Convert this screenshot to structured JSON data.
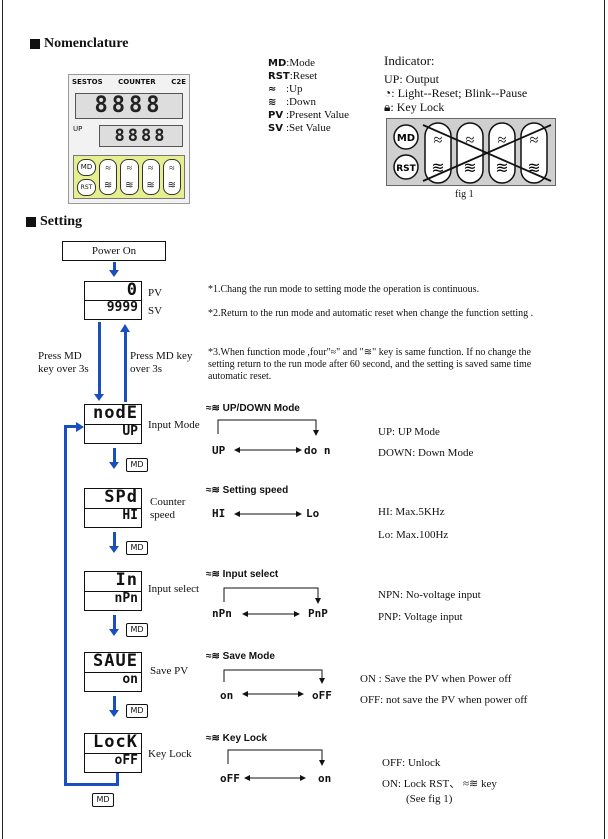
{
  "nomenclature": {
    "title": "Nomenclature",
    "device_brand": "SESTOS",
    "device_model": "COUNTER",
    "device_code": "C2E",
    "device_pv_display": "8888",
    "device_sv_display": "8888",
    "device_up_label": "UP",
    "device_md": "MD",
    "device_rst": "RST",
    "legend": [
      {
        "key": "MD",
        "text": ":Mode"
      },
      {
        "key": "RST",
        "text": ":Reset"
      },
      {
        "key": "≈",
        "text": ":Up"
      },
      {
        "key": "≋",
        "text": ":Down"
      },
      {
        "key": "PV",
        "text": ":Present Value"
      },
      {
        "key": "SV",
        "text": ":Set Value"
      }
    ],
    "indicator_title": "Indicator:",
    "indicator_lines": [
      "UP: Output",
      ": Light--Reset; Blink--Pause",
      ": Key Lock"
    ],
    "fig_md": "MD",
    "fig_rst": "RST",
    "fig_caption": "fig 1"
  },
  "setting": {
    "title": "Setting",
    "power_on": "Power On",
    "pv_display": "0",
    "sv_display": "9999",
    "pv_label": "PV",
    "sv_label": "SV",
    "press_left": "Press MD key over 3s",
    "press_right": "Press MD key over 3s",
    "notes": [
      "*1.Chang the run mode to setting mode the operation is continuous.",
      "*2.Return to the run mode and automatic reset when change the function setting .",
      "*3.When function mode ,four\"≈\" and \"≋\" key is same function. If no change the setting return to the run mode after 60 second, and the setting is saved same time automatic reset."
    ],
    "md": "MD",
    "modes": [
      {
        "top": "nodE",
        "bottom": "UP",
        "label": "Input Mode",
        "title": "UP/DOWN Mode",
        "opt_a": "UP",
        "opt_b": "do n",
        "desc_a": "UP:   UP Mode",
        "desc_b": "DOWN:  Down Mode"
      },
      {
        "top": "SPd",
        "bottom": "HI",
        "label": "Counter speed",
        "title": "Setting speed",
        "opt_a": "HI",
        "opt_b": "Lo",
        "desc_a": "HI: Max.5KHz",
        "desc_b": "Lo: Max.100Hz"
      },
      {
        "top": "In",
        "bottom": "nPn",
        "label": "Input select",
        "title": "Input select",
        "opt_a": "nPn",
        "opt_b": "PnP",
        "desc_a": "NPN: No-voltage input",
        "desc_b": "PNP: Voltage input"
      },
      {
        "top": "SAUE",
        "bottom": "on",
        "label": "Save PV",
        "title": "Save Mode",
        "opt_a": "on",
        "opt_b": "oFF",
        "desc_a": "ON : Save the PV when Power off",
        "desc_b": "OFF: not save the PV when power off"
      },
      {
        "top": "LocK",
        "bottom": "oFF",
        "label": "Key Lock",
        "title": "Key Lock",
        "opt_a": "oFF",
        "opt_b": "on",
        "desc_a": "OFF: Unlock",
        "desc_b": "ON: Lock RST、 ≈≋ key",
        "desc_c": "(See fig 1)"
      }
    ]
  }
}
